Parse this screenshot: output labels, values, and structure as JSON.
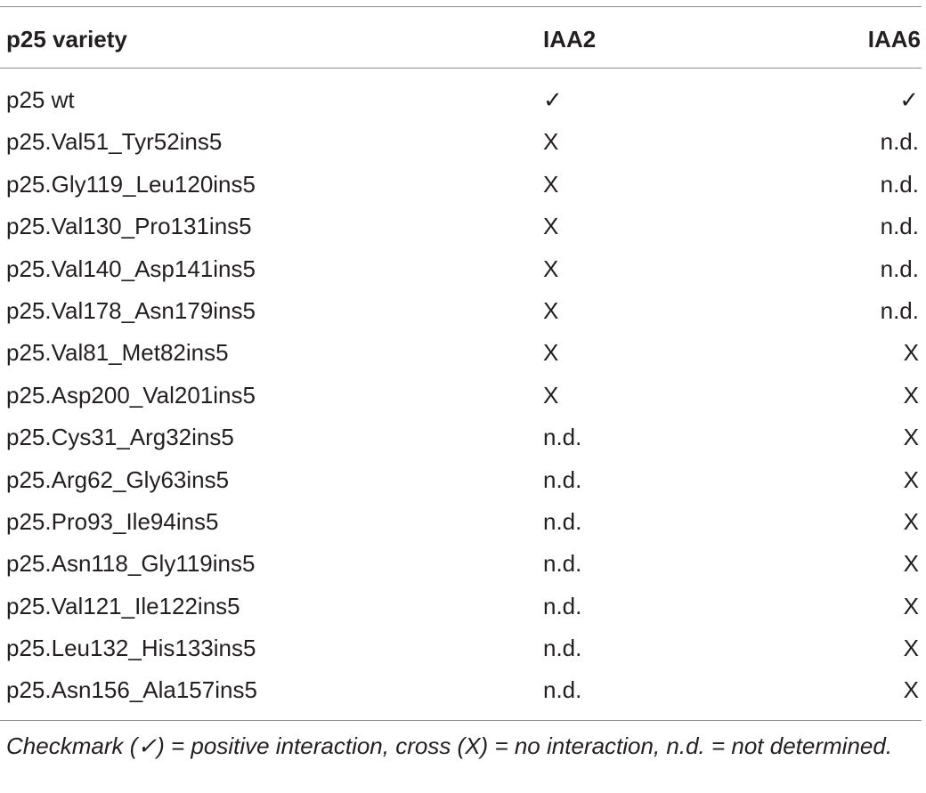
{
  "table": {
    "headers": {
      "variety": "p25 variety",
      "iaa2": "IAA2",
      "iaa6": "IAA6"
    },
    "rows": [
      {
        "variety": "p25 wt",
        "iaa2": "✓",
        "iaa6": "✓"
      },
      {
        "variety": "p25.Val51_Tyr52ins5",
        "iaa2": "X",
        "iaa6": "n.d."
      },
      {
        "variety": "p25.Gly119_Leu120ins5",
        "iaa2": "X",
        "iaa6": "n.d."
      },
      {
        "variety": "p25.Val130_Pro131ins5",
        "iaa2": "X",
        "iaa6": "n.d."
      },
      {
        "variety": "p25.Val140_Asp141ins5",
        "iaa2": "X",
        "iaa6": "n.d."
      },
      {
        "variety": "p25.Val178_Asn179ins5",
        "iaa2": "X",
        "iaa6": "n.d."
      },
      {
        "variety": "p25.Val81_Met82ins5",
        "iaa2": "X",
        "iaa6": "X"
      },
      {
        "variety": "p25.Asp200_Val201ins5",
        "iaa2": "X",
        "iaa6": "X"
      },
      {
        "variety": "p25.Cys31_Arg32ins5",
        "iaa2": "n.d.",
        "iaa6": "X"
      },
      {
        "variety": "p25.Arg62_Gly63ins5",
        "iaa2": "n.d.",
        "iaa6": "X"
      },
      {
        "variety": "p25.Pro93_Ile94ins5",
        "iaa2": "n.d.",
        "iaa6": "X"
      },
      {
        "variety": "p25.Asn118_Gly119ins5",
        "iaa2": "n.d.",
        "iaa6": "X"
      },
      {
        "variety": "p25.Val121_Ile122ins5",
        "iaa2": "n.d.",
        "iaa6": "X"
      },
      {
        "variety": "p25.Leu132_His133ins5",
        "iaa2": "n.d.",
        "iaa6": "X"
      },
      {
        "variety": "p25.Asn156_Ala157ins5",
        "iaa2": "n.d.",
        "iaa6": "X"
      }
    ],
    "footnote": "Checkmark (✓) = positive interaction, cross (X) = no interaction, n.d. = not determined."
  }
}
